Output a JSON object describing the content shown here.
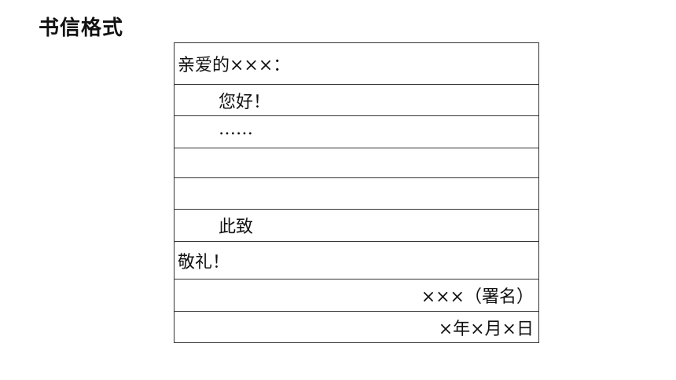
{
  "page": {
    "title": "书信格式"
  },
  "letter": {
    "greeting": "亲爱的×××：",
    "salutation": "您好！",
    "body": "……",
    "blank_1": "",
    "blank_2": "",
    "closing_1": "此致",
    "closing_2": "敬礼！",
    "signature": "×××（署名）",
    "date": "×年×月×日"
  }
}
